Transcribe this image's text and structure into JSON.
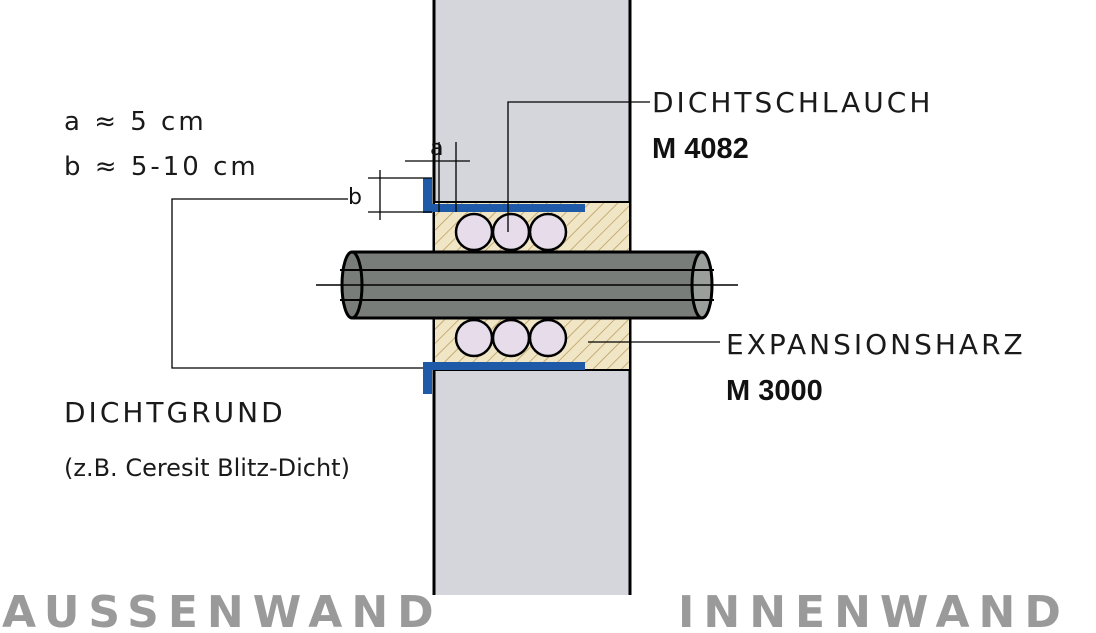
{
  "legend": {
    "a_line": "a ≈ 5 cm",
    "b_line": "b ≈ 5-10 cm"
  },
  "dim_labels": {
    "a": "a",
    "b": "b"
  },
  "dichtschlauch": {
    "name": "DICHTSCHLAUCH",
    "code": "M 4082"
  },
  "expansionsharz": {
    "name": "EXPANSIONSHARZ",
    "code": "M 3000"
  },
  "dichtgrund": {
    "name": "DICHTGRUND",
    "note": "(z.B. Ceresit Blitz-Dicht)"
  },
  "walls": {
    "left": "AUSSENWAND",
    "right": "INNENWAND"
  },
  "colors": {
    "wall": "#d5d5dc",
    "resin": "#f0e6c6",
    "hatch": "#b89a5a",
    "pipe": "#787d7a",
    "hose": "#e6dcea",
    "sealant": "#1e5aa8",
    "wall_title": "#9a9a9a"
  }
}
